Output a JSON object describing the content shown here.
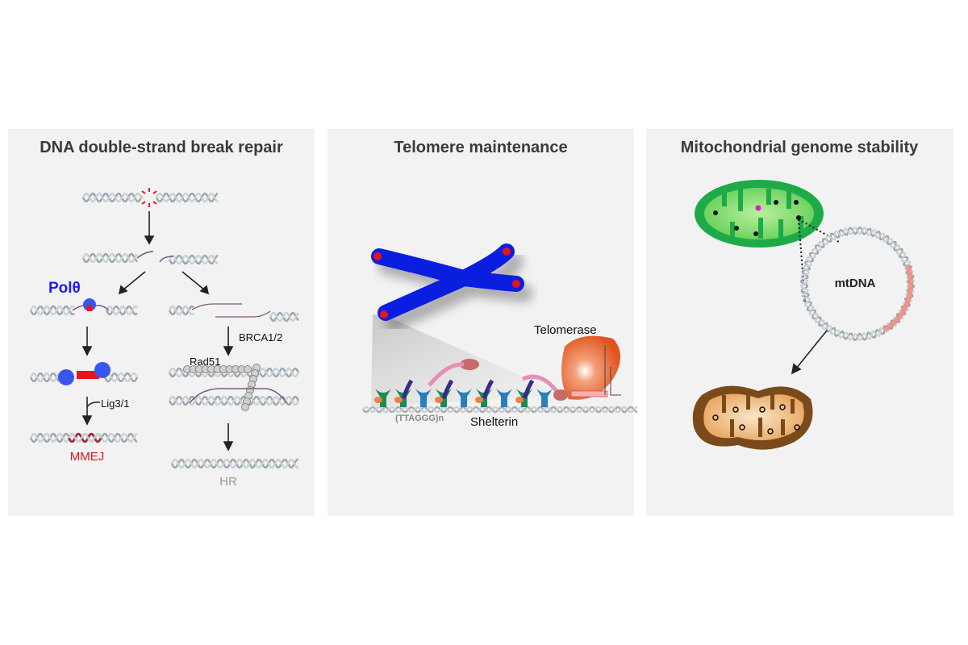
{
  "panels": [
    {
      "title": "DNA double-strand break repair",
      "labels": {
        "pol": "Polθ",
        "brca": "BRCA1/2",
        "rad51": "Rad51",
        "lig": "Lig3/1",
        "mmej": "MMEJ",
        "hr": "HR"
      }
    },
    {
      "title": "Telomere maintenance",
      "labels": {
        "telomerase": "Telomerase",
        "shelterin": "Shelterin",
        "repeat": "(TTAGGG)n"
      }
    },
    {
      "title": "Mitochondrial genome stability",
      "labels": {
        "mtdna": "mtDNA"
      }
    }
  ],
  "colors": {
    "panel": "#f2f2f2",
    "pol": "#1a1aff",
    "mmej": "#e8141b",
    "hr": "#9a9a9a",
    "chromosome": "#0a1ee0",
    "telomerase": "#e8622a",
    "mito": "#1faa4a",
    "damaged_mito": "#7a4a1a"
  }
}
